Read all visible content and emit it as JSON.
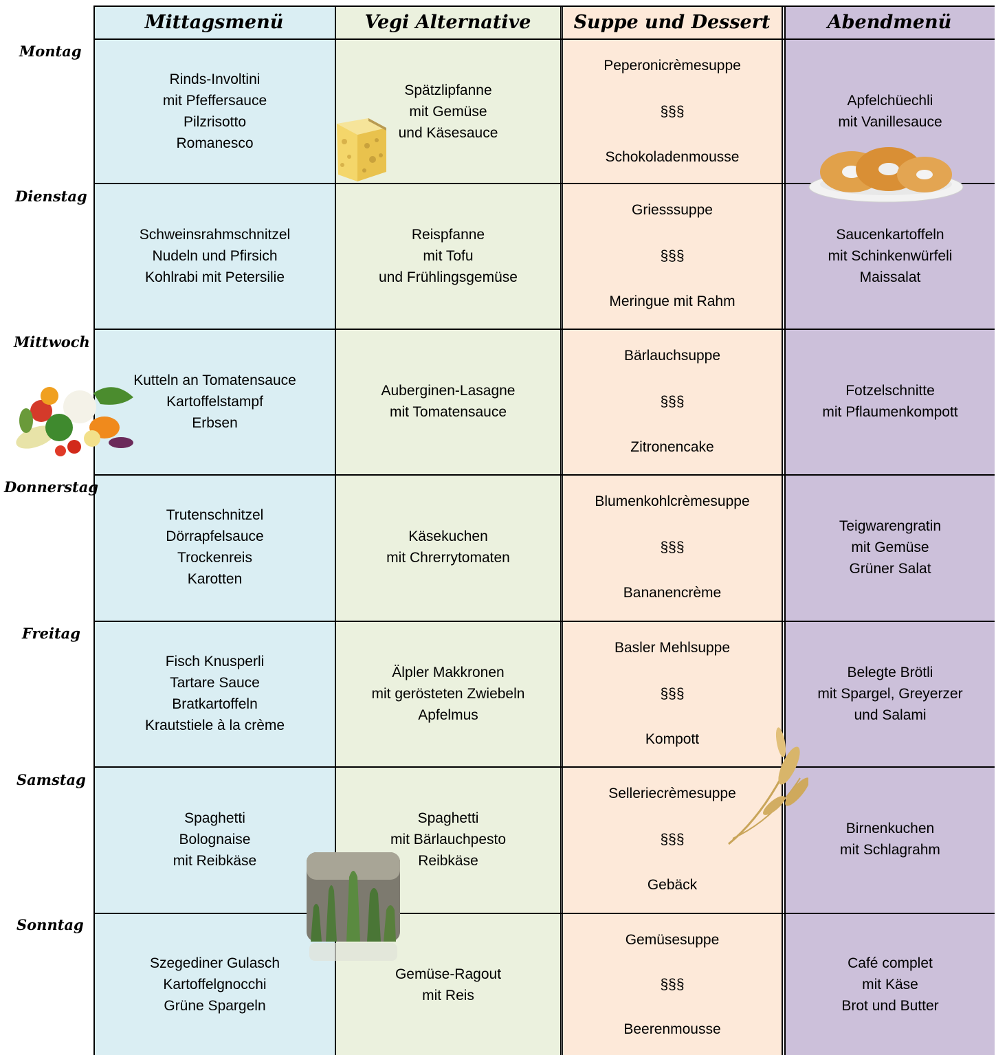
{
  "headers": [
    "Mittagsmenü",
    "Vegi Alternative",
    "Suppe und Dessert",
    "Abendmenü"
  ],
  "days": [
    {
      "name": "Montag",
      "lunch": [
        "Rinds-Involtini",
        "mit Pfeffersauce",
        "Pilzrisotto",
        "Romanesco"
      ],
      "vegi": [
        "Spätzlipfanne",
        "mit Gemüse",
        "und Käsesauce"
      ],
      "soup": "Peperonicrèmesuppe",
      "sep": "§§§",
      "dessert": "Schokoladenmousse",
      "dinner": [
        "Apfelchüechli",
        "mit Vanillesauce"
      ]
    },
    {
      "name": "Dienstag",
      "lunch": [
        "Schweinsrahmschnitzel",
        "Nudeln und Pfirsich",
        "Kohlrabi mit Petersilie"
      ],
      "vegi": [
        "Reispfanne",
        "mit Tofu",
        "und Frühlingsgemüse"
      ],
      "soup": "Griesssuppe",
      "sep": "§§§",
      "dessert": "Meringue mit Rahm",
      "dinner": [
        "Saucenkartoffeln",
        "mit Schinkenwürfeli",
        "Maissalat"
      ]
    },
    {
      "name": "Mittwoch",
      "lunch": [
        "Kutteln an Tomatensauce",
        "Kartoffelstampf",
        "Erbsen"
      ],
      "vegi": [
        "Auberginen-Lasagne",
        "mit Tomatensauce"
      ],
      "soup": "Bärlauchsuppe",
      "sep": "§§§",
      "dessert": "Zitronencake",
      "dinner": [
        "Fotzelschnitte",
        "mit Pflaumenkompott"
      ]
    },
    {
      "name": "Donnerstag",
      "lunch": [
        "Trutenschnitzel",
        "Dörrapfelsauce",
        "Trockenreis",
        "Karotten"
      ],
      "vegi": [
        "Käsekuchen",
        "mit Chrerrytomaten"
      ],
      "soup": "Blumenkohlcrèmesuppe",
      "sep": "§§§",
      "dessert": "Bananencrème",
      "dinner": [
        "Teigwarengratin",
        "mit Gemüse",
        "Grüner Salat"
      ]
    },
    {
      "name": "Freitag",
      "lunch": [
        "Fisch Knusperli",
        "Tartare Sauce",
        "Bratkartoffeln",
        "Krautstiele à la crème"
      ],
      "vegi": [
        "Älpler Makkronen",
        "mit gerösteten Zwiebeln",
        "Apfelmus"
      ],
      "soup": "Basler Mehlsuppe",
      "sep": "§§§",
      "dessert": "Kompott",
      "dinner": [
        "Belegte Brötli",
        "mit Spargel, Greyerzer",
        "und Salami"
      ]
    },
    {
      "name": "Samstag",
      "lunch": [
        "Spaghetti",
        "Bolognaise",
        "mit Reibkäse"
      ],
      "vegi": [
        "Spaghetti",
        "mit Bärlauchpesto",
        "Reibkäse"
      ],
      "soup": "Selleriecrèmesuppe",
      "sep": "§§§",
      "dessert": "Gebäck",
      "dinner": [
        "Birnenkuchen",
        "mit Schlagrahm"
      ]
    },
    {
      "name": "Sonntag",
      "lunch": [
        "Szegediner Gulasch",
        "Kartoffelgnocchi",
        "Grüne Spargeln"
      ],
      "vegi": [
        "Gemüse-Ragout",
        "mit Reis"
      ],
      "soup": "Gemüsesuppe",
      "sep": "§§§",
      "dessert": "Beerenmousse",
      "dinner": [
        "Café complet",
        "mit Käse",
        "Brot und Butter"
      ]
    }
  ],
  "images": [
    "cheese-image",
    "donuts-image",
    "vegetables-image",
    "asparagus-image",
    "wheat-image"
  ]
}
